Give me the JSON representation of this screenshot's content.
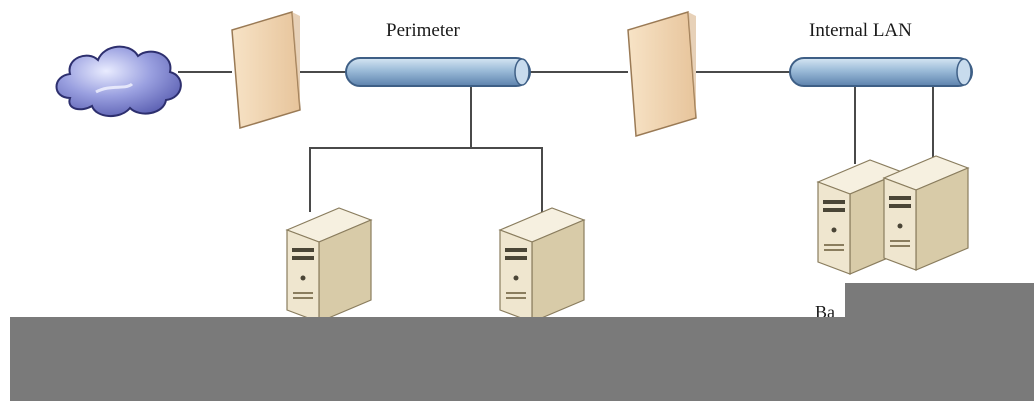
{
  "diagram": {
    "labels": {
      "perimeter": "Perimeter",
      "internal_lan": "Internal LAN",
      "partial_caption": "Ba"
    },
    "colors": {
      "background": "#ffffff",
      "line": "#4a4a4a",
      "bus_fill": "#9bbbd8",
      "bus_stroke": "#3e5f86",
      "firewall_fill": "#f3d9b7",
      "firewall_stroke": "#9a7a55",
      "server_fill": "#efe6cf",
      "server_shade": "#c9bb97",
      "cloud_fill": "#7d83c9",
      "redaction": "#7a7a7a"
    },
    "icons": [
      "cloud-icon",
      "firewall-icon",
      "network-bus-icon",
      "server-icon"
    ]
  }
}
